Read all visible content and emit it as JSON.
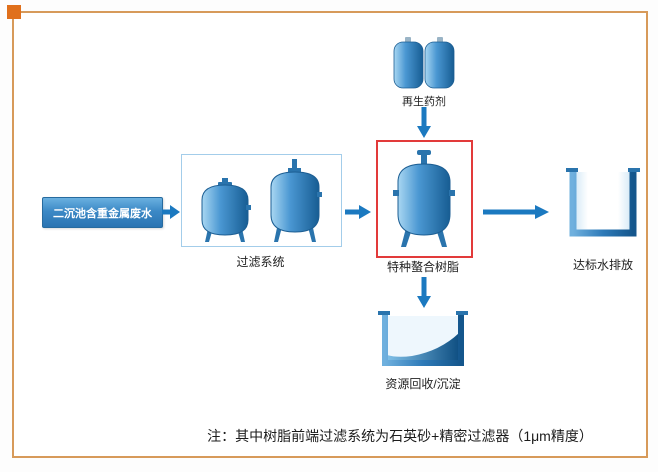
{
  "flow": {
    "source": {
      "label": "二沉池含重金属废水"
    },
    "filter": {
      "label": "过滤系统"
    },
    "reagent": {
      "label": "再生药剂"
    },
    "resin": {
      "label": "特种螯合树脂"
    },
    "discharge": {
      "label": "达标水排放"
    },
    "recovery": {
      "label": "资源回收/沉淀"
    }
  },
  "note": "注：其中树脂前端过滤系统为石英砂+精密过滤器（1μm精度）",
  "colors": {
    "arrow_blue": "#1b79c0",
    "tank_blue_light": "#a9d7f2",
    "tank_blue_mid": "#4a97d2",
    "tank_blue_dark": "#175d93",
    "red_highlight_border": "#e23a3a",
    "filter_group_border": "#a3cdea",
    "source_box_fill": "#3c89c6",
    "frame_border": "#d79a5a",
    "frame_corner": "#e0701c"
  }
}
